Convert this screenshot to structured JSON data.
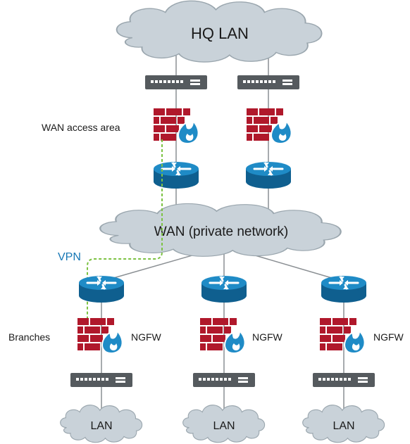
{
  "labels": {
    "hq_lan": "HQ LAN",
    "wan_access_area": "WAN access area",
    "wan": "WAN (private network)",
    "vpn": "VPN",
    "branches": "Branches",
    "ngfw": "NGFW",
    "lan": "LAN"
  },
  "colors": {
    "cloud_fill": "#c9d2d9",
    "cloud_stroke": "#9aa6ae",
    "router": "#1f8bc6",
    "router_dark": "#0f5f8f",
    "firewall_red": "#b0182b",
    "firewall_flame": "#1f8bc6",
    "switch": "#555a5e",
    "link": "#8a8f93",
    "vpn_line": "#7cc242",
    "vpn_text": "#1677b5"
  }
}
